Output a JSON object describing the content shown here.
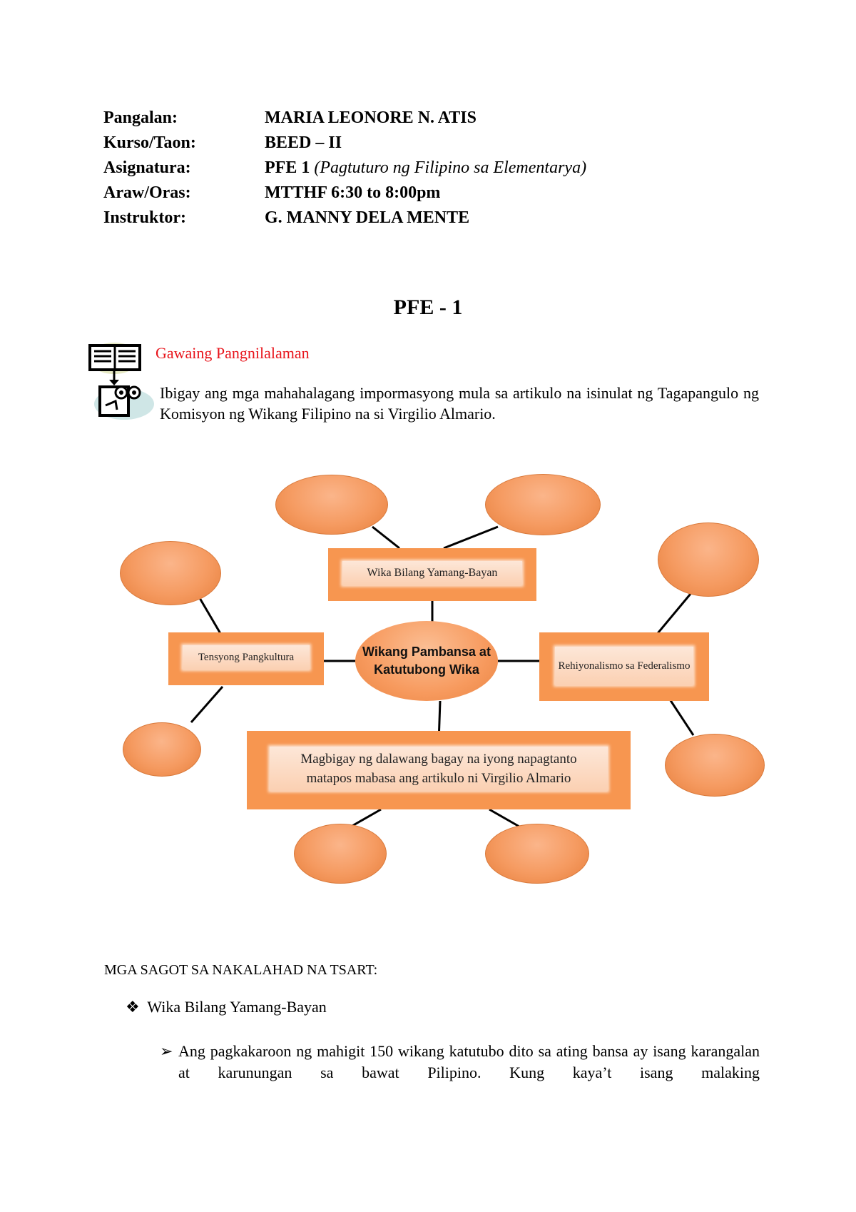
{
  "header_info": [
    {
      "label": "Pangalan:",
      "value": "MARIA LEONORE N. ATIS",
      "value_italic": ""
    },
    {
      "label": "Kurso/Taon:",
      "value": "BEED – II",
      "value_italic": ""
    },
    {
      "label": "Asignatura:",
      "value": "PFE 1",
      "value_italic": "(Pagtuturo ng Filipino sa Elementarya)"
    },
    {
      "label": "Araw/Oras:",
      "value": "MTTHF 6:30 to 8:00pm",
      "value_italic": ""
    },
    {
      "label": "Instruktor:",
      "value": "G. MANNY DELA MENTE",
      "value_italic": ""
    }
  ],
  "doc_title": "PFE - 1",
  "activity": {
    "title": "Gawaing Pangnilalaman",
    "title_color": "#e8141b",
    "icon": "book-reader-icon",
    "instruction": "Ibigay ang mga mahahalagang impormasyong mula sa artikulo na isinulat ng Tagapangulo ng Komisyon ng Wikang Filipino na si Virgilio Almario."
  },
  "diagram": {
    "center": "Wikang Pambansa at Katutubong Wika",
    "top_box": "Wika Bilang Yamang-Bayan",
    "left_box": "Tensyong Pangkultura",
    "right_box": "Rehiyonalismo sa Federalismo",
    "bottom_box": "Magbigay ng dalawang bagay na iyong napagtanto matapos mabasa ang artikulo ni Virgilio Almario",
    "accent_color": "#f79650"
  },
  "answers": {
    "title": "MGA SAGOT SA NAKALAHAD NA TSART:",
    "bullet_heading": "Wika Bilang Yamang-Bayan",
    "bullet_text": "Ang pagkakaroon ng mahigit 150 wikang katutubo dito sa ating bansa ay isang karangalan at karunungan sa bawat Pilipino. Kung kaya’t isang malaking"
  }
}
